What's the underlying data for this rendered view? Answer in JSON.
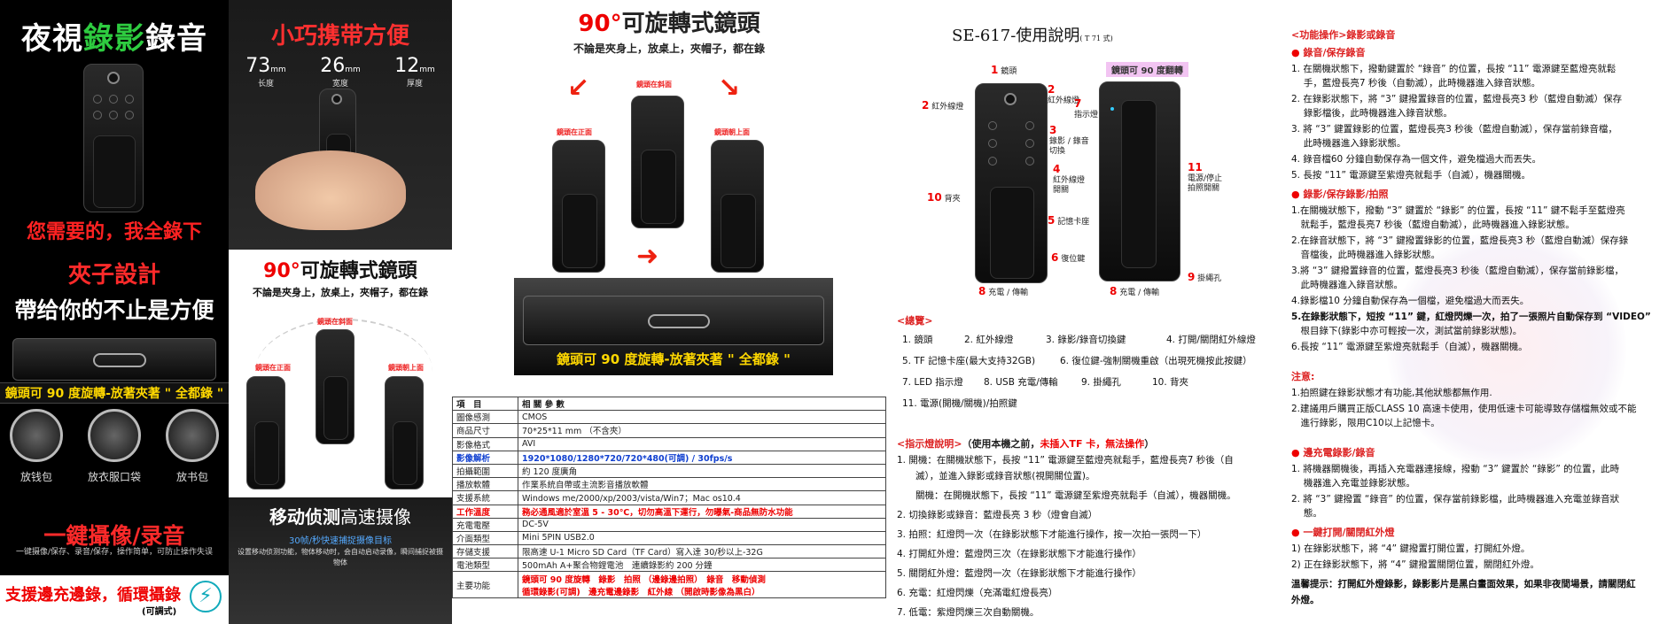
{
  "p1": {
    "title_a": "夜視",
    "title_hl": "錄影",
    "title_b": "錄音",
    "slogan": "您需要的，我全錄下",
    "clip_title": "夾子設計",
    "clip_sub": "帶给你的不止是方便",
    "rotate_banner": "鏡頭可 90 度旋轉-放著夾著 \" 全都錄 \"",
    "circle_labels": [
      "放钱包",
      "放衣服口袋",
      "放书包"
    ],
    "one_key": "一鍵攝像/录音",
    "one_key_sub": "一键摄像/保存、录音/保存，操作简单，可防止操作失误",
    "charge": "支援邊充邊錄，循環攝錄",
    "charge_sub": "(可調式)"
  },
  "p2": {
    "portable": "小巧携带方便",
    "dims": [
      {
        "n": "73",
        "u": "mm",
        "l": "长度"
      },
      {
        "n": "26",
        "u": "mm",
        "l": "宽度"
      },
      {
        "n": "12",
        "u": "mm",
        "l": "厚度"
      }
    ],
    "rot_deg": "90°",
    "rot_title": "可旋轉式鏡頭",
    "rot_sub": "不論是夾身上，放桌上，夾帽子，都在錄",
    "lbl_slant": "鏡頭在斜面",
    "lbl_front": "鏡頭在正面",
    "lbl_top": "鏡頭朝上面",
    "motion_a": "移动侦测",
    "motion_b": "高速摄像",
    "motion_s1": "30帧/秒快速捕捉摄像目标",
    "motion_s2": "设置移动侦测功能，物体移动时，会自动启动录像，瞬间捕捉被摄物体"
  },
  "p3": {
    "deg": "90°",
    "title": "可旋轉式鏡頭",
    "sub": "不論是夾身上，放桌上，夾帽子，都在錄",
    "lbl_slant": "鏡頭在斜面",
    "lbl_front": "鏡頭在正面",
    "lbl_top": "鏡頭朝上面",
    "caption": "鏡頭可 90 度旋轉-放著夾著 \" 全都錄 \"",
    "spec_h1": "項　目",
    "spec_h2": "相 關 參 數",
    "specs": [
      {
        "k": "圖像感測",
        "v": "CMOS"
      },
      {
        "k": "商品尺寸",
        "v": "70*25*11 mm （不含夾）"
      },
      {
        "k": "影像格式",
        "v": "AVI"
      },
      {
        "k": "影像解析",
        "v": "1920*1080/1280*720/720*480(可調) / 30fps/s"
      },
      {
        "k": "拍攝範圍",
        "v": "約 120 度廣角"
      },
      {
        "k": "播放軟體",
        "v": "作業系統自帶或主流影音播放軟體"
      },
      {
        "k": "支援系統",
        "v": "Windows me/2000/xp/2003/vista/Win7；Mac os10.4"
      },
      {
        "k": "工作溫度",
        "v": "務必通風適於室溫 5 - 30℃，切勿高溫下運行，勿曝氣-商品無防水功能"
      },
      {
        "k": "充電電壓",
        "v": "DC-5V"
      },
      {
        "k": "介面類型",
        "v": "Mini 5PIN USB2.0"
      },
      {
        "k": "存儲支援",
        "v": "限高速 U-1 Micro SD Card（TF Card）寫入達 30/秒以上-32G"
      },
      {
        "k": "電池類型",
        "v": "500mAh A+聚合物鋰電池　連續錄影約 200 分鐘"
      },
      {
        "k": "主要功能",
        "v1": "鏡頭可 90 度旋轉　錄影　拍照 （邊錄邊拍照）　錄音　移動偵測",
        "v2": "循環錄影(可調)　邊充電邊錄影　紅外線 （開啟時影像為黑白）"
      }
    ]
  },
  "p4": {
    "title": "SE-617-使用說明",
    "title_small": "( T 71 式)",
    "badge": "鏡頭可 90 度翻轉",
    "labels": {
      "l1": "鏡頭",
      "l2": "紅外線燈",
      "l2b": "紅外線燈",
      "l3": "錄影 / 錄音\n切換",
      "l4": "紅外線燈\n開關",
      "l5": "記憶卡座",
      "l6": "復位鍵",
      "l7": "指示燈",
      "l8": "充電 / 傳輸",
      "l8b": "充電 / 傳輸",
      "l9": "掛繩孔",
      "l10": "背夾",
      "l11": "電源/停止\n拍照開關"
    },
    "legend_title": "<總覽>",
    "legend": [
      [
        "1. 鏡頭",
        "2. 紅外線燈",
        "3. 錄影/錄音切換鍵",
        "4. 打開/關閉紅外線燈"
      ],
      [
        "5. TF 記憶卡座(最大支持32GB)",
        "6. 復位鍵-強制關機重啟（出現死機按此按鍵）"
      ],
      [
        "7. LED 指示燈",
        "8. USB 充電/傳輸",
        "9. 掛繩孔",
        "10. 背夾"
      ],
      [
        "11. 電源(開機/關機)/拍照鍵"
      ]
    ],
    "ind_title_a": "<指示燈說明>",
    "ind_title_b": "（使用本機之前，",
    "ind_title_c": "未插入TF 卡，無法操作",
    "ind_title_d": "）",
    "ind": [
      "1. 開機：在關機狀態下，長按 “11” 電源鍵至藍燈亮就鬆手，藍燈長亮7 秒後（自",
      "　　滅），並進入錄影或錄音狀態(視開關位置)。",
      "　　關機：在開機狀態下，長按 “11” 電源鍵至紫燈亮就鬆手（自滅），機器關機。",
      "2. 切換錄影或錄音：藍燈長亮 3 秒（燈會自滅）",
      "3. 拍照：紅燈閃一次（在錄影狀態下才能進行操作，按一次拍一張閃一下）",
      "4. 打開紅外燈：藍燈閃三次（在錄影狀態下才能進行操作）",
      "5. 關閉紅外燈：藍燈閃一次（在錄影狀態下才能進行操作）",
      "6. 充電：紅燈閃爍（充滿電紅燈長亮）",
      "7. 低電：紫燈閃爍三次自動關機。"
    ]
  },
  "p5": {
    "h0": "<功能操作>錄影或錄音",
    "s1": "錄音/保存錄音",
    "s1_items": [
      "1. 在關機狀態下，撥動鍵置於 “錄音” 的位置，長按 “11” 電源鍵至藍燈亮就鬆",
      "　 手，藍燈長亮7 秒後（自動滅），此時機器進入錄音狀態。",
      "2. 在錄影狀態下，將 “3” 鍵撥置錄音的位置，藍燈長亮3 秒（藍燈自動滅）保存",
      "　 錄影檔後，此時機器進入錄音狀態。",
      "3. 將 “3” 鍵置錄影的位置，藍燈長亮3 秒後（藍燈自動滅），保存當前錄音檔，",
      "　 此時機器進入錄影狀態。",
      "4. 錄音檔60 分鐘自動保存為一個文件，避免檔過大而丟失。",
      "5. 長按 “11” 電源鍵至紫燈亮就鬆手（自滅），機器關機。"
    ],
    "s2": "錄影/保存錄影/拍照",
    "s2_items": [
      "1.在關機狀態下，撥動 “3” 鍵置於 “錄影” 的位置，長按 “11” 鍵不鬆手至藍燈亮",
      "　就鬆手，藍燈長亮7 秒後（藍燈自動滅），此時機器進入錄影狀態。",
      "2.在錄音狀態下，將 “3” 鍵撥置錄影的位置，藍燈長亮3 秒（藍燈自動滅）保存錄",
      "　音檔後，此時機器進入錄影狀態。",
      "3.將 “3” 鍵撥置錄音的位置，藍燈長亮3 秒後（藍燈自動滅），保存當前錄影檔，",
      "　此時機器進入錄音狀態。",
      "4.錄影檔10 分鐘自動保存為一個檔，避免檔過大而丟失。",
      "5.在錄影狀態下，短按 “11” 鍵，紅燈閃爍一次，拍了一張照片自動保存到 “VIDEO”",
      "　根目錄下(錄影中亦可輕按一次，測試當前錄影狀態)。",
      "6.長按 “11” 電源鍵至紫燈亮就鬆手（自滅），機器關機。"
    ],
    "note_h": "注意:",
    "note_items": [
      "1.拍照鍵在錄影狀態才有功能,其他狀態都無作用.",
      "2.建議用戶購買正版CLASS 10 高速卡使用，使用低速卡可能導致存儲檔無效或不能",
      "　進行錄影，限用C10以上記憶卡。"
    ],
    "s3": "邊充電錄影/錄音",
    "s3_items": [
      "1. 將機器關機後，再插入充電器連接線，撥動 “3” 鍵置於 “錄影” 的位置，此時",
      "　 機器進入充電並錄影狀態。",
      "2. 將 “3” 鍵撥置 “錄音” 的位置，保存當前錄影檔，此時機器進入充電並錄音狀",
      "　 態。"
    ],
    "s4": "一鍵打開/關閉紅外燈",
    "s4_items": [
      "1) 在錄影狀態下，將 “4” 鍵撥置打開位置，打開紅外燈。",
      "2) 正在錄影狀態下，將 “4” 鍵撥置關閉位置，關閉紅外燈。"
    ],
    "tip": "溫馨提示：打開紅外燈錄影，錄影影片是黑白畫面效果，如果非夜間場景，請關閉紅",
    "tip2": "外燈。"
  }
}
